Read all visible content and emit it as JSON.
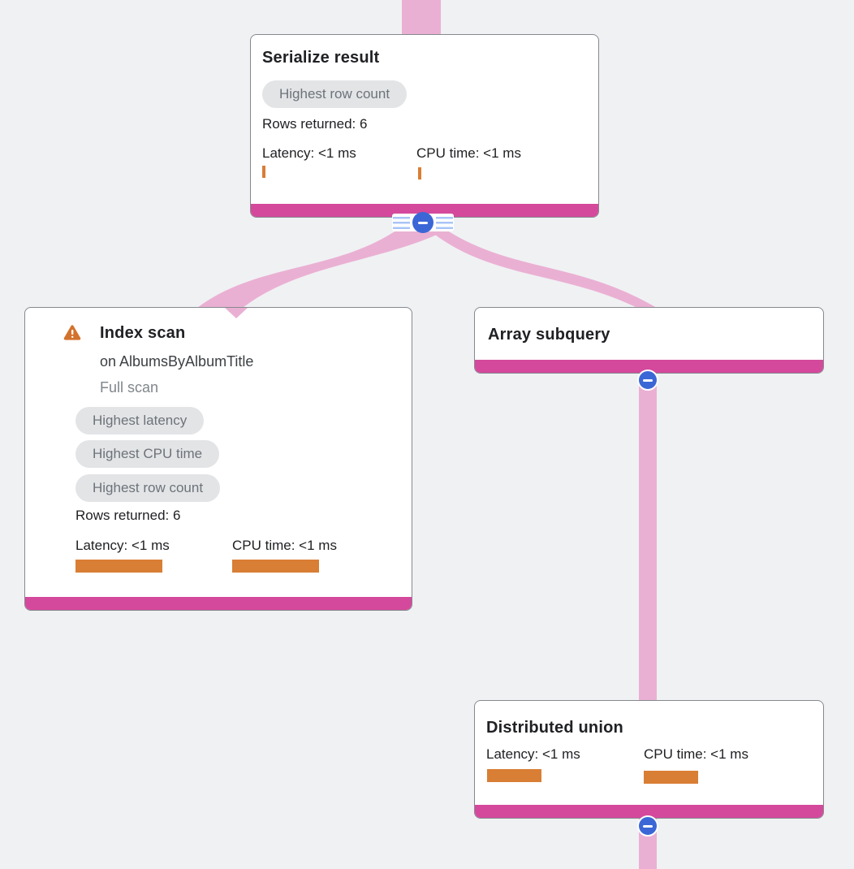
{
  "diagram": {
    "type": "query-plan-tree",
    "background_color": "#f0f1f3",
    "edge_color": "#eab0d3",
    "accent_bar_color": "#d4499c",
    "metric_bar_color": "#d97e35",
    "collapse_button_color": "#3b67d6",
    "warning_icon_color": "#d3722c"
  },
  "nodes": {
    "serialize_result": {
      "title": "Serialize result",
      "badges": [
        "Highest row count"
      ],
      "rows_returned": "Rows returned: 6",
      "latency": "Latency: <1 ms",
      "cpu_time": "CPU time: <1 ms",
      "latency_bar": "width:4px;height:15px",
      "cpu_bar": "width:4px;height:15px"
    },
    "index_scan": {
      "title": "Index scan",
      "subtitle": "on AlbumsByAlbumTitle",
      "scan_type": "Full scan",
      "badges": [
        "Highest latency",
        "Highest CPU time",
        "Highest row count"
      ],
      "rows_returned": "Rows returned: 6",
      "latency": "Latency: <1 ms",
      "cpu_time": "CPU time: <1 ms",
      "latency_bar": "width:107px;height:16px",
      "cpu_bar": "width:107px;height:16px"
    },
    "array_subquery": {
      "title": "Array subquery"
    },
    "distributed_union": {
      "title": "Distributed union",
      "latency": "Latency: <1 ms",
      "cpu_time": "CPU time: <1 ms",
      "latency_bar": "width:67px;height:16px",
      "cpu_bar": "width:67px;height:16px"
    }
  },
  "edges": [
    {
      "from": "offscreen-parent",
      "to": "serialize_result"
    },
    {
      "from": "serialize_result",
      "to": "index_scan"
    },
    {
      "from": "serialize_result",
      "to": "array_subquery"
    },
    {
      "from": "array_subquery",
      "to": "distributed_union"
    },
    {
      "from": "distributed_union",
      "to": "offscreen-child"
    }
  ],
  "icons": {
    "warning": "warning-triangle",
    "collapse": "minus-circle"
  }
}
